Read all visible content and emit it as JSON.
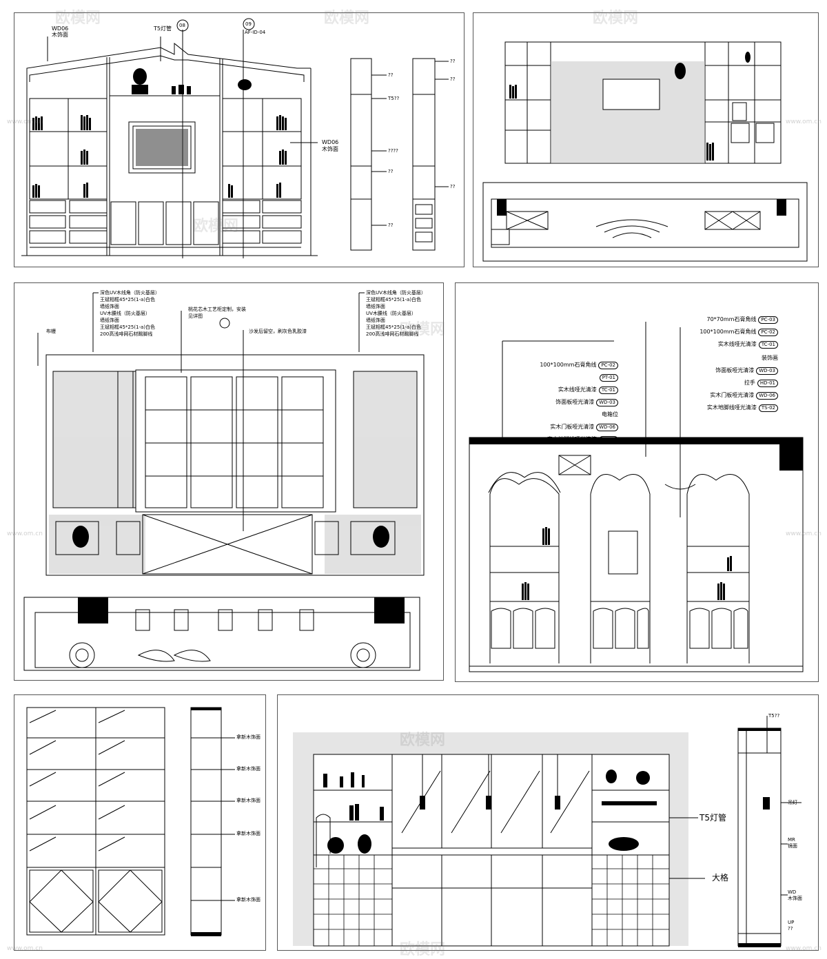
{
  "watermark": {
    "brand": "欧模网",
    "url": "www.om.cn"
  },
  "panel1": {
    "wd06_top": "WD06",
    "wood_finish_top": "木饰面",
    "t5_lamp": "T5灯管",
    "ref08": "08",
    "ref09": "09",
    "ref09_code": "AF-ID-04",
    "wd06_right": "WD06",
    "wood_finish_right": "木饰面",
    "side_labels": [
      "??",
      "??",
      "??",
      "T5??",
      "????",
      "??",
      "??",
      "??"
    ]
  },
  "panel3": {
    "left_notes": [
      "深色UV木线角（防火基层）",
      "王斌相框45*25(1-a)白色",
      "墙纸饰面",
      "UV木腰线（防火基层）",
      "墙纸饰面",
      "王斌相框45*25(1-a)白色",
      "200高浅啡网石材踢脚线"
    ],
    "right_notes": [
      "深色UV木线角（防火基层）",
      "王斌相框45*25(1-a)白色",
      "墙纸饰面",
      "UV木腰线（防火基层）",
      "墙纸饰面",
      "王斌相框45*25(1-a)白色",
      "200高浅啡网石材踢脚线"
    ],
    "curtain": "布幔",
    "center_note_1": "桃花芯木工艺柜定制，安装",
    "center_note_2": "见详图",
    "center_note_3": "沙发后留空，刷灰色乳胶漆"
  },
  "panel4": {
    "left_labels": [
      {
        "text": "100*100mm石膏角线",
        "tag": "PC-02"
      },
      {
        "text": "",
        "tag": "PT-01"
      },
      {
        "text": "实木线哑光清漆",
        "tag": "TC-01"
      },
      {
        "text": "饰面板哑光清漆",
        "tag": "WD-03"
      },
      {
        "text": "电箱位",
        "tag": ""
      },
      {
        "text": "实木门板哑光清漆",
        "tag": "WD-06"
      },
      {
        "text": "实木地脚线哑光清漆",
        "tag": "TS-02"
      }
    ],
    "right_labels": [
      {
        "text": "70*70mm石膏角线",
        "tag": "PC-03"
      },
      {
        "text": "100*100mm石膏角线",
        "tag": "PC-02"
      },
      {
        "text": "实木线哑光清漆",
        "tag": "TC-01"
      },
      {
        "text": "装饰画",
        "tag": ""
      },
      {
        "text": "饰面板哑光清漆",
        "tag": "WD-03"
      },
      {
        "text": "拉手",
        "tag": "HD-01"
      },
      {
        "text": "实木门板哑光清漆",
        "tag": "WD-06"
      },
      {
        "text": "实木地脚线哑光清漆",
        "tag": "TS-02"
      }
    ]
  },
  "panel5": {
    "side_labels": [
      "拿新木饰面",
      "拿新木饰面",
      "拿新木饰面",
      "拿新木饰面",
      "拿新木饰面"
    ]
  },
  "panel6": {
    "t5_top": "T5??",
    "t5_lamp": "T5灯管",
    "grid": "大格",
    "pendant": "吊灯",
    "mr": "MR",
    "mirror": "镜面",
    "wd": "WD",
    "wood": "木饰面",
    "up": "UP",
    "up_q": "??"
  }
}
